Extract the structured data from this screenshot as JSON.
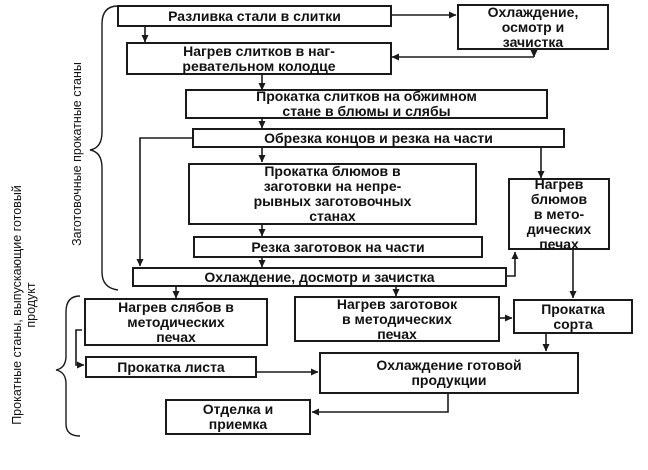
{
  "side_labels": {
    "upper": "Заготовочные прокатные станы",
    "lower": "Прокатные станы, выпускающие готовый\nпродукт"
  },
  "boxes": {
    "pouring": "Разливка стали в слитки",
    "cooling_top": "Охлаждение,\nосмотр и\nзачистка",
    "heating_ingots": "Нагрев слитков в наг-\nревательном колодце",
    "rolling_ingots": "Прокатка слитков на обжимном\nстане в блюмы и слябы",
    "cutting_ends": "Обрезка концов и резка на части",
    "rolling_blooms": "Прокатка блюмов в\nзаготовки на непре-\nрывных заготовочных\nстанах",
    "heating_blooms": "Нагрев\nблюмов\nв мето-\nдических\nпечах",
    "cutting_billets": "Резка заготовок на части",
    "cooling_mid": "Охлаждение, досмотр и  зачистка",
    "heating_slabs": "Нагрев слябов в\nметодических\nпечах",
    "heating_billets": "Нагрев заготовок\nв методических\nпечах",
    "rolling_sections": "Прокатка\nсорта",
    "rolling_sheet": "Прокатка листа",
    "cooling_final": "Охлаждение готовой\nпродукции",
    "finishing": "Отделка и\nприемка"
  }
}
